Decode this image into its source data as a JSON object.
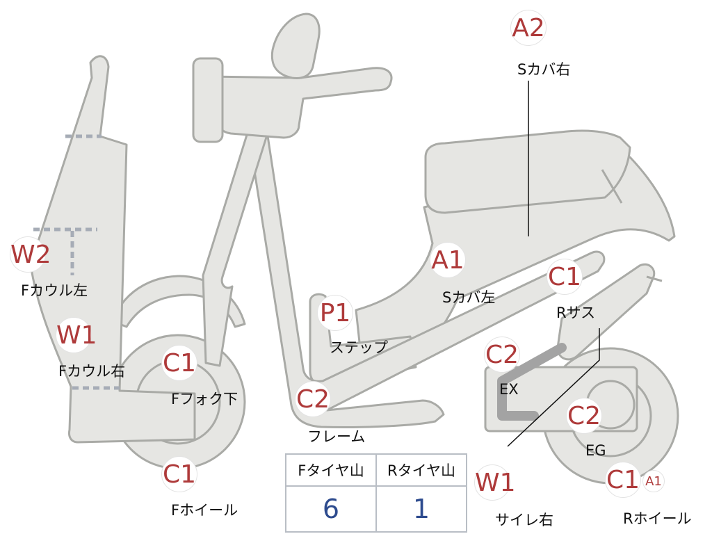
{
  "callouts": [
    {
      "id": "W2",
      "code": "W2",
      "name": "Fカウル左"
    },
    {
      "id": "W1-front",
      "code": "W1",
      "name": "Fカウル右"
    },
    {
      "id": "C1-fork",
      "code": "C1",
      "name": "Fフォク下"
    },
    {
      "id": "C1-front-wheel",
      "code": "C1",
      "name": "Fホイール"
    },
    {
      "id": "P1",
      "code": "P1",
      "name": "ステップ"
    },
    {
      "id": "C2-frame",
      "code": "C2",
      "name": "フレーム"
    },
    {
      "id": "A1-side",
      "code": "A1",
      "name": "Sカバ左"
    },
    {
      "id": "A2",
      "code": "A2",
      "name": "Sカバ右"
    },
    {
      "id": "C1-rear-sus",
      "code": "C1",
      "name": "Rサス"
    },
    {
      "id": "C2-ex",
      "code": "C2",
      "name": "EX"
    },
    {
      "id": "C2-eg",
      "code": "C2",
      "name": "EG"
    },
    {
      "id": "W1-rear",
      "code": "W1",
      "name": "サイレ右"
    },
    {
      "id": "C1-rear-wheel",
      "code": "C1",
      "name": "Rホイール"
    },
    {
      "id": "A1-rear-wheel",
      "code": "A1",
      "name": ""
    }
  ],
  "tire_table": {
    "headers": [
      "Fタイヤ山",
      "Rタイヤ山"
    ],
    "values": [
      "6",
      "1"
    ]
  },
  "colors": {
    "badge_text": "#ae3a3a",
    "value_text": "#2d4b8e",
    "part_fill": "#e6e6e3",
    "part_stroke": "#a9aaa6"
  }
}
